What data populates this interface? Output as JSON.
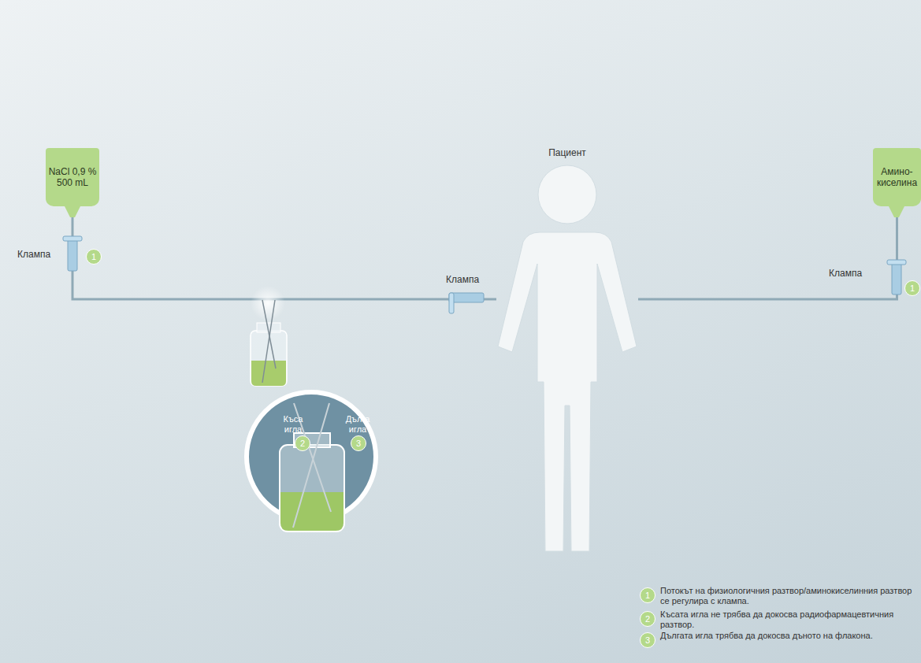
{
  "diagram": {
    "nodes": [
      {
        "text": [
          "NaCl 0,9 % 500 mL"
        ]
      },
      {
        "text": [
          "Пациент"
        ]
      },
      {
        "text": [
          "Амино- киселина"
        ]
      }
    ],
    "edges": [
      {
        "from": 0,
        "to": 1,
        "arrow": "none"
      },
      {
        "from": 2,
        "to": 1,
        "arrow": "none"
      }
    ],
    "labels": [
      "Клампа",
      "1",
      "Клампа",
      "Клампа",
      "1",
      "Къса игла",
      "2",
      "Дълга игла",
      "3",
      "1",
      "2",
      "3"
    ],
    "legend": [
      {
        "text": "Потокът на физиологичния разтвор/аминокиселинния разтвор се регулира с клампа."
      },
      {
        "text": "Късата игла не трябва да докосва радиофармацевтичния разтвор."
      },
      {
        "text": "Дългата игла трябва да докосва дъното на флакона."
      }
    ]
  }
}
